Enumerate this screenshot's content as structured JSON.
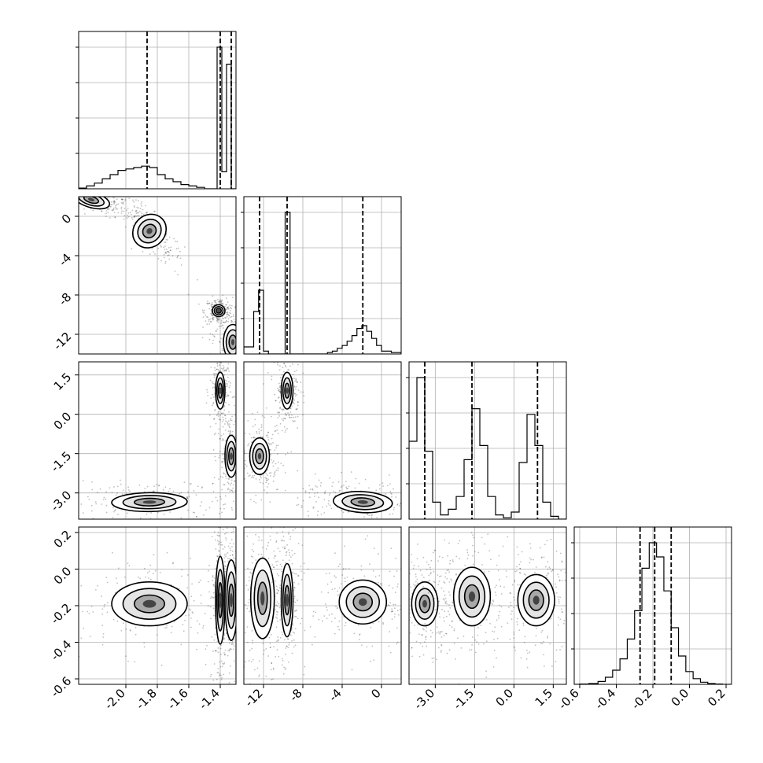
{
  "chart_data": {
    "type": "corner",
    "parameters": 4,
    "axis_ranges": [
      [
        -2.3,
        -1.3
      ],
      [
        -14,
        2
      ],
      [
        -4.0,
        2.0
      ],
      [
        -0.63,
        0.23
      ]
    ],
    "grid": true,
    "quantile_lines": [
      [
        -1.865,
        -1.4,
        -1.33
      ],
      [
        -12.4,
        -9.6,
        -1.9
      ],
      [
        -3.4,
        -1.6,
        0.9
      ],
      [
        -0.27,
        -0.19,
        -0.1
      ]
    ],
    "histograms": [
      {
        "param": 0,
        "bins": [
          -2.3,
          -2.25,
          -2.2,
          -2.15,
          -2.1,
          -2.05,
          -2.0,
          -1.95,
          -1.9,
          -1.85,
          -1.8,
          -1.75,
          -1.7,
          -1.65,
          -1.6,
          -1.55,
          -1.5,
          -1.45,
          -1.42,
          -1.39,
          -1.36,
          -1.33,
          -1.3
        ],
        "counts": [
          0.005,
          0.02,
          0.04,
          0.07,
          0.1,
          0.13,
          0.14,
          0.15,
          0.16,
          0.15,
          0.1,
          0.07,
          0.05,
          0.03,
          0.02,
          0.01,
          0,
          0,
          1.0,
          0.12,
          0.88,
          0
        ]
      },
      {
        "param": 1,
        "bins": [
          -14,
          -13,
          -12.5,
          -12,
          -11.5,
          -10,
          -9.8,
          -9.3,
          -6,
          -5.5,
          -5,
          -4.5,
          -4,
          -3.5,
          -3,
          -2.5,
          -2,
          -1.5,
          -1,
          -0.5,
          0,
          1,
          2
        ],
        "counts": [
          0.05,
          0.3,
          0.45,
          0.02,
          0,
          0,
          1.0,
          0,
          0,
          0.01,
          0.02,
          0.04,
          0.06,
          0.09,
          0.13,
          0.18,
          0.2,
          0.16,
          0.11,
          0.06,
          0.02,
          0.01
        ]
      },
      {
        "param": 2,
        "bins": [
          -4.0,
          -3.7,
          -3.4,
          -3.1,
          -2.8,
          -2.5,
          -2.2,
          -1.9,
          -1.6,
          -1.3,
          -1.0,
          -0.7,
          -0.4,
          -0.1,
          0.2,
          0.5,
          0.8,
          1.1,
          1.4,
          1.7,
          2.0
        ],
        "counts": [
          0.55,
          1.0,
          0.48,
          0.12,
          0.03,
          0.07,
          0.16,
          0.42,
          0.78,
          0.52,
          0.16,
          0.03,
          0.01,
          0.05,
          0.4,
          0.74,
          0.52,
          0.12,
          0.02,
          0
        ]
      },
      {
        "param": 3,
        "bins": [
          -0.63,
          -0.6,
          -0.55,
          -0.5,
          -0.46,
          -0.42,
          -0.38,
          -0.34,
          -0.3,
          -0.26,
          -0.22,
          -0.18,
          -0.14,
          -0.1,
          -0.06,
          -0.02,
          0.02,
          0.06,
          0.1,
          0.14,
          0.18,
          0.23
        ],
        "counts": [
          0,
          0.002,
          0.006,
          0.02,
          0.05,
          0.1,
          0.18,
          0.32,
          0.52,
          0.82,
          1.0,
          0.9,
          0.66,
          0.4,
          0.2,
          0.09,
          0.04,
          0.015,
          0.006,
          0.002,
          0
        ]
      }
    ],
    "contours_2d": [
      {
        "x": 0,
        "y": 1,
        "modes": [
          [
            -2.22,
            1.7,
            0.06,
            0.4,
            -0.7
          ],
          [
            -1.85,
            -1.5,
            0.05,
            0.9,
            -0.85
          ],
          [
            -1.41,
            -9.6,
            0.02,
            0.3,
            0
          ],
          [
            -1.32,
            -12.8,
            0.03,
            0.9,
            0
          ]
        ]
      },
      {
        "x": 0,
        "y": 2,
        "modes": [
          [
            -1.85,
            -3.35,
            0.12,
            0.18,
            0.1
          ],
          [
            -1.4,
            0.9,
            0.015,
            0.35,
            0
          ],
          [
            -1.33,
            -1.6,
            0.02,
            0.4,
            0
          ]
        ]
      },
      {
        "x": 0,
        "y": 3,
        "modes": [
          [
            -1.85,
            -0.19,
            0.12,
            0.06,
            0
          ],
          [
            -1.4,
            -0.17,
            0.015,
            0.12,
            0
          ],
          [
            -1.33,
            -0.17,
            0.02,
            0.11,
            0
          ]
        ]
      },
      {
        "x": 1,
        "y": 2,
        "modes": [
          [
            -12.4,
            -1.6,
            0.5,
            0.35,
            0
          ],
          [
            -9.6,
            0.9,
            0.3,
            0.35,
            0
          ],
          [
            -1.9,
            -3.35,
            1.5,
            0.2,
            -0.3
          ]
        ]
      },
      {
        "x": 1,
        "y": 3,
        "modes": [
          [
            -12.1,
            -0.16,
            0.6,
            0.11,
            0
          ],
          [
            -9.6,
            -0.17,
            0.3,
            0.1,
            0
          ],
          [
            -1.9,
            -0.18,
            1.2,
            0.06,
            0
          ]
        ]
      },
      {
        "x": 2,
        "y": 3,
        "modes": [
          [
            -3.4,
            -0.19,
            0.25,
            0.06,
            0
          ],
          [
            -1.6,
            -0.15,
            0.35,
            0.08,
            0
          ],
          [
            0.85,
            -0.17,
            0.35,
            0.07,
            0
          ]
        ]
      }
    ],
    "tick_labels": [
      [
        "-2.0",
        "-1.8",
        "-1.6",
        "-1.4"
      ],
      [
        "-12",
        "-8",
        "-4",
        "0"
      ],
      [
        "-3.0",
        "-1.5",
        "0.0",
        "1.5"
      ],
      [
        "-0.6",
        "-0.4",
        "-0.2",
        "0.0",
        "0.2"
      ]
    ],
    "tick_values": [
      [
        -2.0,
        -1.8,
        -1.6,
        -1.4
      ],
      [
        -12,
        -8,
        -4,
        0
      ],
      [
        -3.0,
        -1.5,
        0.0,
        1.5
      ],
      [
        -0.6,
        -0.4,
        -0.2,
        0.0,
        0.2
      ]
    ],
    "xlabel": "",
    "ylabel": "",
    "title": ""
  }
}
